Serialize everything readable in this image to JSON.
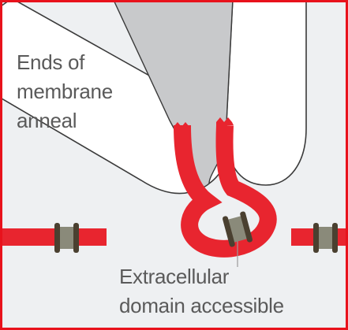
{
  "labels": {
    "top": [
      "Ends of",
      "membrane",
      "anneal"
    ],
    "bottom": [
      "Extracellular",
      "domain accessible"
    ]
  },
  "colors": {
    "background": "#eef0f2",
    "frame": "#e8121c",
    "pipette": "#ffffff",
    "pipette_outline": "#3a3a3a",
    "pipette_interior": "#c8c9cb",
    "membrane": "#e8252f",
    "protein": "#8a8a7a",
    "protein_ends": "#4a4030",
    "text": "#5a5a5a",
    "leader_line": "#9a9a9a"
  }
}
